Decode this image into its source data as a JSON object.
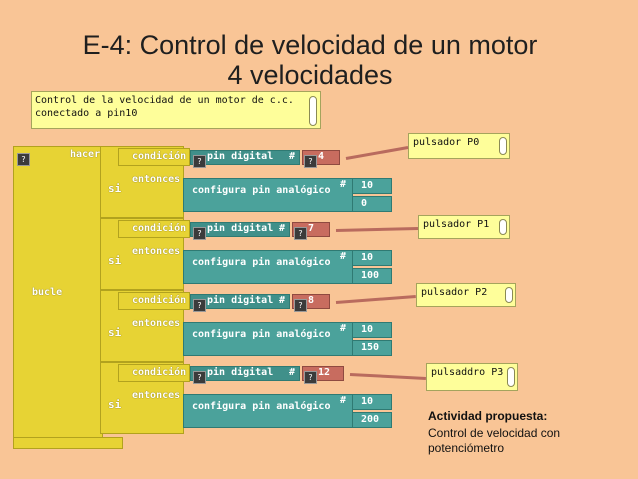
{
  "title": {
    "line1": "E-4: Control de velocidad de un motor",
    "line2": "4 velocidades"
  },
  "comment": {
    "line1": "Control de la velocidad de un motor de c.c.",
    "line2": "conectado a pin10"
  },
  "loop": {
    "qmark": "?",
    "do_label": "hacer",
    "label": "bucle"
  },
  "if_blocks": [
    {
      "if_label": "si",
      "cond_label": "condición",
      "then_label": "entonces",
      "pin_label": "pin digital",
      "hash": "#",
      "pin": "4",
      "action": "configura pin analógico",
      "out_pin": "10",
      "value": "0",
      "note": "pulsador P0"
    },
    {
      "if_label": "si",
      "cond_label": "condición",
      "then_label": "entonces",
      "pin_label": "pin digital",
      "hash": "#",
      "pin": "7",
      "action": "configura pin analógico",
      "out_pin": "10",
      "value": "100",
      "note": "pulsador P1"
    },
    {
      "if_label": "si",
      "cond_label": "condición",
      "then_label": "entonces",
      "pin_label": "pin digital",
      "hash": "#",
      "pin": "8",
      "action": "configura pin analógico",
      "out_pin": "10",
      "value": "150",
      "note": "pulsador P2"
    },
    {
      "if_label": "si",
      "cond_label": "condición",
      "then_label": "entonces",
      "pin_label": "pin digital",
      "hash": "#",
      "pin": "12",
      "action": "configura pin analógico",
      "out_pin": "10",
      "value": "200",
      "note": "pulsaddro P3"
    }
  ],
  "activity": {
    "heading": "Actividad propuesta:",
    "line1": "Control de velocidad con",
    "line2": "potenciómetro"
  },
  "colors": {
    "background": "#f9c596",
    "logic": "#e7d334",
    "io": "#4ba29b",
    "pin_value": "#c86c5f",
    "comment": "#fefe9a"
  }
}
